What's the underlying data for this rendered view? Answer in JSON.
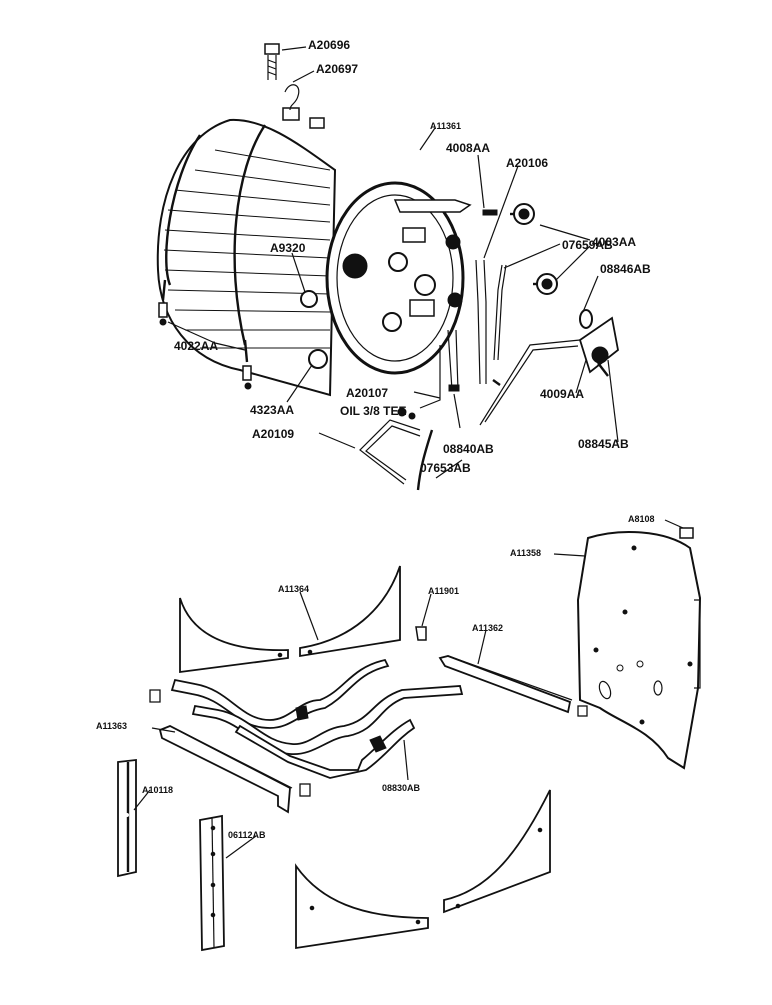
{
  "labels": {
    "a20696": "A20696",
    "a20697": "A20697",
    "a11361": "A11361",
    "p4008aa": "4008AA",
    "a20106": "A20106",
    "p07659ab": "07659AB",
    "p4003aa": "4003AA",
    "p08846ab": "08846AB",
    "a9320": "A9320",
    "p4022aa": "4022AA",
    "p4323aa": "4323AA",
    "a20107": "A20107",
    "oil_tee": "OIL 3/8 TEE",
    "a20109": "A20109",
    "p08840ab": "08840AB",
    "p4009aa": "4009AA",
    "p08845ab": "08845AB",
    "p07653ab": "07653AB",
    "a8108": "A8108",
    "a11358": "A11358",
    "a11364": "A11364",
    "a11901": "A11901",
    "a11362": "A11362",
    "a11363": "A11363",
    "a10118": "A10118",
    "p06112ab": "06112AB",
    "p08830ab": "08830AB"
  }
}
